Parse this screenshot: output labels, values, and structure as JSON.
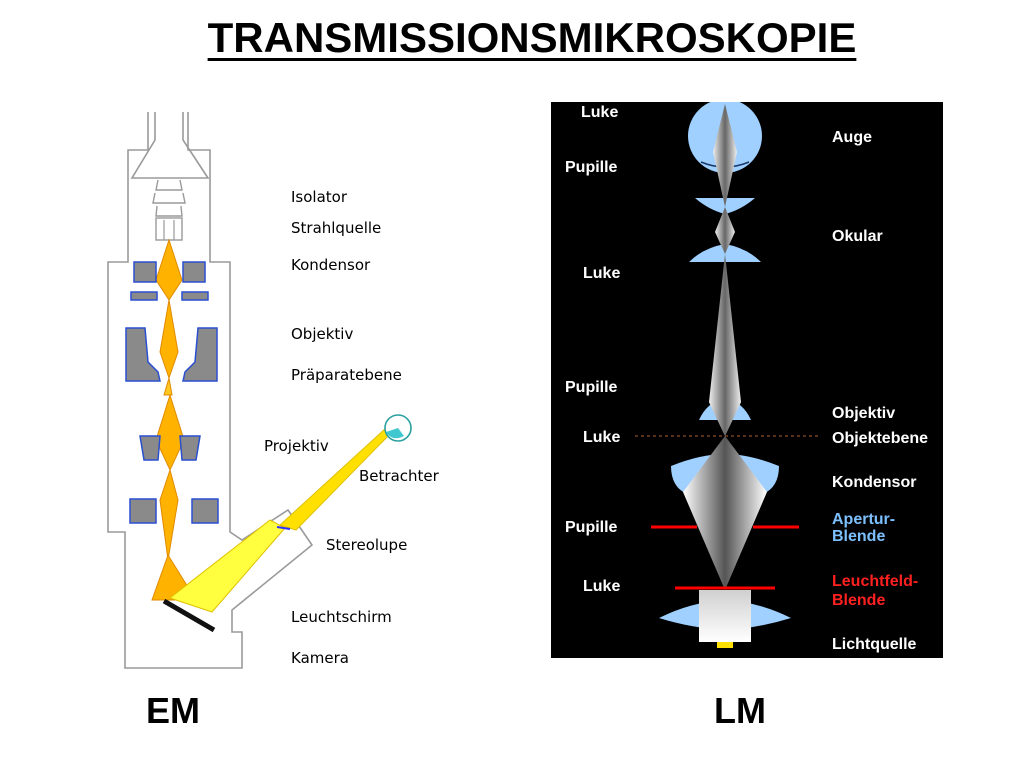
{
  "title": "TRANSMISSIONSMIKROSKOPIE",
  "em": {
    "caption": "EM",
    "labels": {
      "isolator": "Isolator",
      "strahlquelle": "Strahlquelle",
      "kondensor": "Kondensor",
      "objektiv": "Objektiv",
      "praeparatebene": "Präparatebene",
      "projektiv": "Projektiv",
      "betrachter": "Betrachter",
      "stereolupe": "Stereolupe",
      "leuchtschirm": "Leuchtschirm",
      "kamera": "Kamera"
    }
  },
  "lm": {
    "caption": "LM",
    "left_labels": {
      "luke1": "Luke",
      "pupille1": "Pupille",
      "luke2": "Luke",
      "pupille2": "Pupille",
      "luke3": "Luke",
      "pupille3": "Pupille",
      "luke4": "Luke"
    },
    "right_labels": {
      "auge": "Auge",
      "okular": "Okular",
      "objektiv": "Objektiv",
      "objektebene": "Objektebene",
      "kondensor": "Kondensor",
      "apertur_line1": "Apertur-",
      "apertur_line2": "Blende",
      "leuchtfeld_line1": "Leuchtfeld-",
      "leuchtfeld_line2": "Blende",
      "lichtquelle": "Lichtquelle"
    }
  },
  "colors": {
    "beam": "#ffb300",
    "beam_light": "#ffe000",
    "pole_piece": "#8a8a8a",
    "pole_outline": "#2a4fd0",
    "lens_blue": "#9fd0ff",
    "diaphragm_red": "#ff0000",
    "panel": "#000000"
  }
}
